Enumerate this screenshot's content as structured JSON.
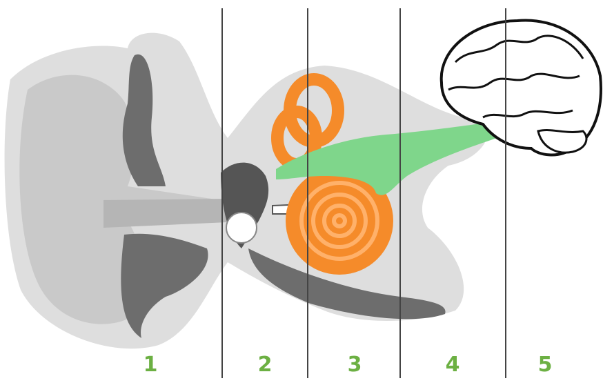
{
  "zones": [
    {
      "number": "1"
    },
    {
      "number": "2"
    },
    {
      "number": "3"
    },
    {
      "number": "4"
    },
    {
      "number": "5"
    }
  ],
  "colors": {
    "label_green": "#6cb043",
    "cochlea_orange": "#f58b2a",
    "nerve_green": "#7fd68b",
    "ear_dark_gray": "#6d6d6d",
    "ear_light_gray": "#dcdcdc",
    "divider": "#444444"
  },
  "icons": [
    "ear-anatomy-illustration",
    "brain-icon"
  ]
}
